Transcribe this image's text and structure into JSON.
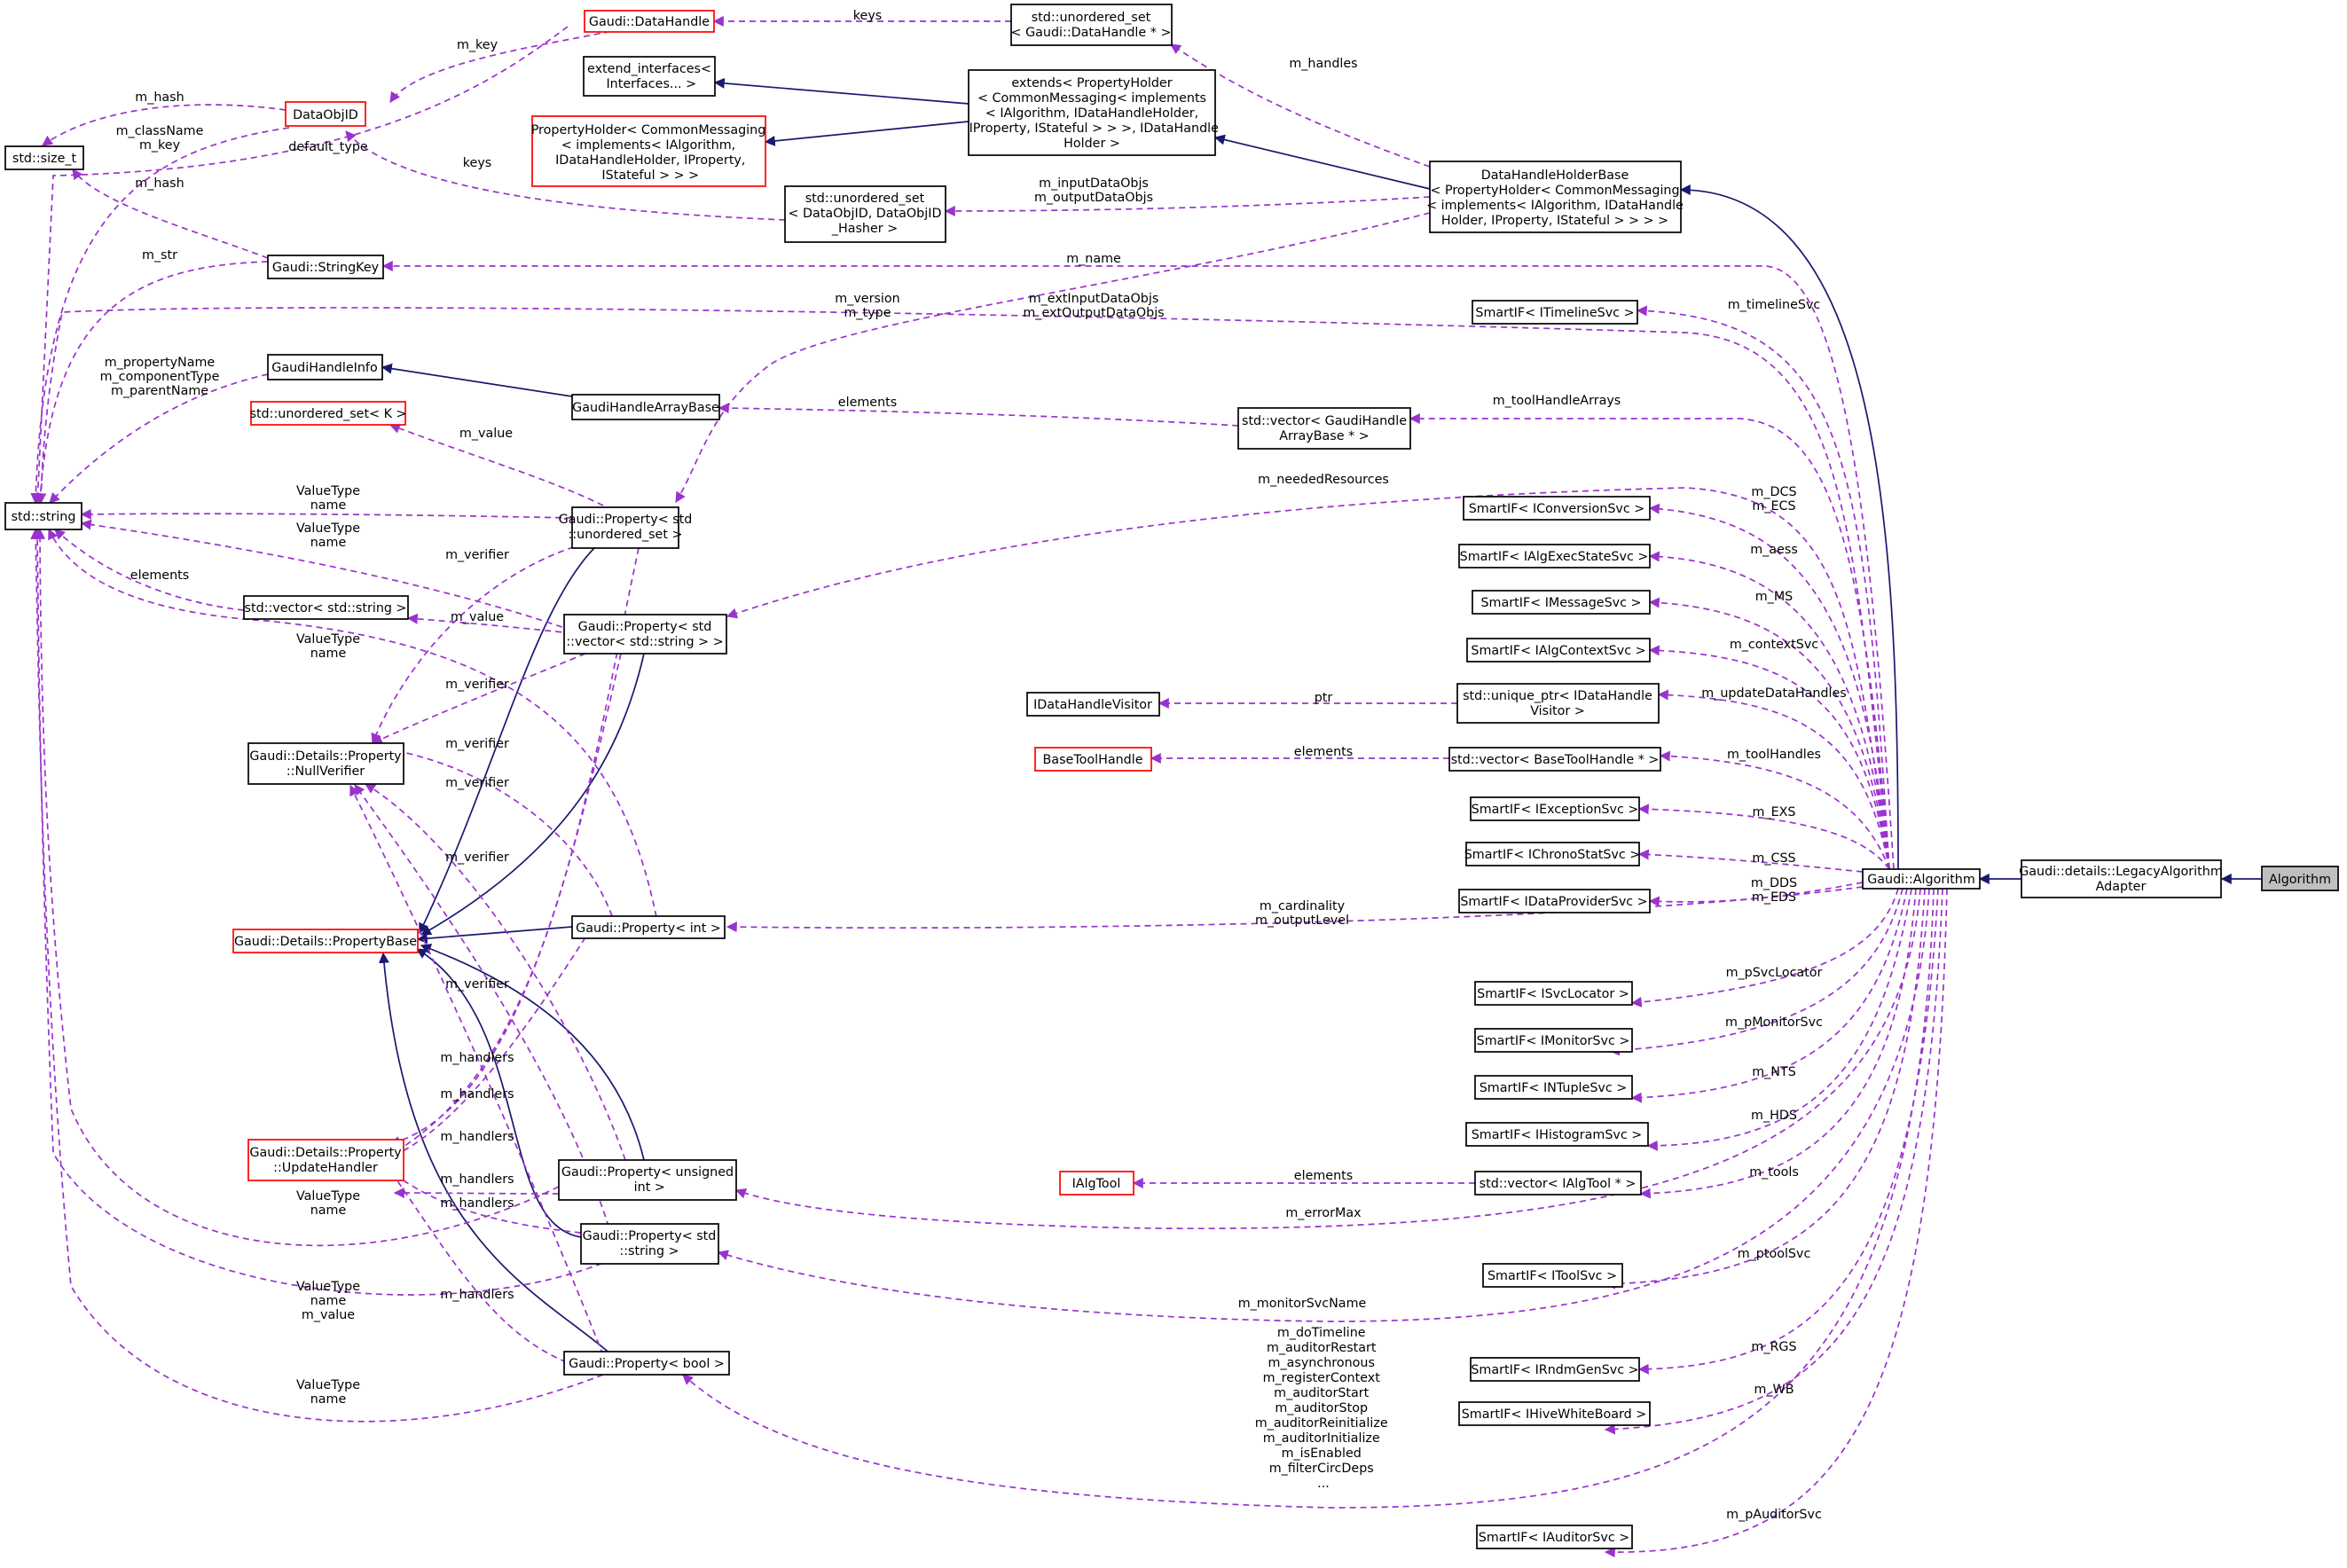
{
  "nodes": {
    "algorithm": "Algorithm",
    "legacy_adapter": [
      "Gaudi::details::LegacyAlgorithm",
      "Adapter"
    ],
    "gaudi_algorithm": "Gaudi::Algorithm",
    "data_handle_holder_base": [
      "DataHandleHolderBase",
      "< PropertyHolder< CommonMessaging",
      "< implements< IAlgorithm, IDataHandle",
      "Holder, IProperty, IStateful > > > >"
    ],
    "extends_property_holder": [
      "extends< PropertyHolder",
      "< CommonMessaging< implements",
      "< IAlgorithm, IDataHandleHolder,",
      " IProperty, IStateful > > >, IDataHandle",
      "Holder >"
    ],
    "extend_interfaces": [
      "extend_interfaces<",
      " Interfaces... >"
    ],
    "property_holder": [
      "PropertyHolder< CommonMessaging",
      "< implements< IAlgorithm,",
      " IDataHandleHolder, IProperty,",
      " IStateful > > >"
    ],
    "data_handle": "Gaudi::DataHandle",
    "uset_data_handle": [
      "std::unordered_set",
      "< Gaudi::DataHandle * >"
    ],
    "data_obj_id": "DataObjID",
    "size_t": "std::size_t",
    "uset_data_obj_id": [
      "std::unordered_set",
      "< DataObjID, DataObjID",
      "_Hasher >"
    ],
    "string_key": "Gaudi::StringKey",
    "std_string": "std::string",
    "handle_info": "GaudiHandleInfo",
    "handle_array_base": "GaudiHandleArrayBase",
    "vector_handle_array": [
      "std::vector< GaudiHandle",
      "ArrayBase * >"
    ],
    "uset_k": "std::unordered_set< K >",
    "prop_uset": [
      "Gaudi::Property< std",
      "::unordered_set >"
    ],
    "vector_string": "std::vector< std::string >",
    "prop_vector_string": [
      "Gaudi::Property< std",
      "::vector< std::string > >"
    ],
    "null_verifier": [
      "Gaudi::Details::Property",
      "::NullVerifier"
    ],
    "property_base": "Gaudi::Details::PropertyBase",
    "prop_int": "Gaudi::Property< int >",
    "update_handler": [
      "Gaudi::Details::Property",
      "::UpdateHandler"
    ],
    "prop_unsigned": [
      "Gaudi::Property< unsigned",
      " int >"
    ],
    "prop_string": [
      "Gaudi::Property< std",
      "::string >"
    ],
    "prop_bool": "Gaudi::Property< bool >",
    "data_handle_visitor": "IDataHandleVisitor",
    "unique_ptr_visitor": [
      "std::unique_ptr< IDataHandle",
      "Visitor >"
    ],
    "base_tool_handle": "BaseToolHandle",
    "vector_base_tool_handle": "std::vector< BaseToolHandle * >",
    "ialg_tool": "IAlgTool",
    "vector_ialg_tool": "std::vector< IAlgTool * >",
    "sif_timeline": "SmartIF< ITimelineSvc >",
    "sif_conversion": "SmartIF< IConversionSvc >",
    "sif_exec_state": "SmartIF< IAlgExecStateSvc >",
    "sif_message": "SmartIF< IMessageSvc >",
    "sif_context": "SmartIF< IAlgContextSvc >",
    "sif_exception": "SmartIF< IExceptionSvc >",
    "sif_chrono": "SmartIF< IChronoStatSvc >",
    "sif_data_provider": "SmartIF< IDataProviderSvc >",
    "sif_svc_locator": "SmartIF< ISvcLocator >",
    "sif_monitor": "SmartIF< IMonitorSvc >",
    "sif_ntuple": "SmartIF< INTupleSvc >",
    "sif_histogram": "SmartIF< IHistogramSvc >",
    "sif_tool": "SmartIF< IToolSvc >",
    "sif_rndm": "SmartIF< IRndmGenSvc >",
    "sif_hive": "SmartIF< IHiveWhiteBoard >",
    "sif_auditor": "SmartIF< IAuditorSvc >"
  },
  "edge_labels": {
    "keys_top": "keys",
    "m_key": "m_key",
    "m_hash_1": "m_hash",
    "m_classname": [
      "m_className",
      "m_key"
    ],
    "default_type": "default_type",
    "keys_mid": "keys",
    "m_hash_2": "m_hash",
    "m_str": "m_str",
    "m_handles": "m_handles",
    "in_out_data_objs": [
      "m_inputDataObjs",
      "m_outputDataObjs"
    ],
    "m_name": "m_name",
    "version_type": [
      "m_version",
      "m_type"
    ],
    "ext_in_out": [
      "m_extInputDataObjs",
      "m_extOutputDataObjs"
    ],
    "m_timeline_svc": "m_timelineSvc",
    "property_name": [
      "m_propertyName",
      "m_componentType",
      "m_parentName"
    ],
    "elements_handle_array": "elements",
    "m_tool_handle_arrays": "m_toolHandleArrays",
    "m_value_uset": "m_value",
    "m_needed_resources": "m_neededResources",
    "dcs_ecs": [
      "m_DCS",
      "m_ECS"
    ],
    "vt_name_1": [
      "ValueType",
      "name"
    ],
    "vt_name_2": [
      "ValueType",
      "name"
    ],
    "m_verifier_1": "m_verifier",
    "m_aess": "m_aess",
    "elements_string": "elements",
    "m_value_vec": "m_value",
    "m_ms": "m_MS",
    "vt_name_3": [
      "ValueType",
      "name"
    ],
    "m_context_svc": "m_contextSvc",
    "m_verifier_2": "m_verifier",
    "ptr": "ptr",
    "m_update_data_handles": "m_updateDataHandles",
    "m_verifier_3": "m_verifier",
    "elements_tool": "elements",
    "m_tool_handles": "m_toolHandles",
    "m_verifier_4": "m_verifier",
    "m_exs": "m_EXS",
    "m_css": "m_CSS",
    "m_verifier_5": "m_verifier",
    "dds_eds": [
      "m_DDS",
      "m_EDS"
    ],
    "cardinality": [
      "m_cardinality",
      "m_outputLevel"
    ],
    "m_svc_locator": "m_pSvcLocator",
    "m_verifier_6": "m_verifier",
    "m_monitor_svc": "m_pMonitorSvc",
    "m_handlers_1": "m_handlers",
    "m_nts": "m_NTS",
    "m_handlers_2": "m_handlers",
    "m_hds": "m_HDS",
    "m_handlers_3": "m_handlers",
    "elements_algtool": "elements",
    "m_tools": "m_tools",
    "m_handlers_4": "m_handlers",
    "vt_name_4": [
      "ValueType",
      "name"
    ],
    "m_handlers_5": "m_handlers",
    "m_error_max": "m_errorMax",
    "m_ptool_svc": "m_ptoolSvc",
    "vt_name_value": [
      "ValueType",
      "name",
      "m_value"
    ],
    "m_handlers_6": "m_handlers",
    "m_monitor_svc_name": "m_monitorSvcName",
    "bool_members": [
      "m_doTimeline",
      "m_auditorRestart",
      "m_asynchronous",
      "m_registerContext",
      "m_auditorStart",
      "m_auditorStop",
      "m_auditorReinitialize",
      "m_auditorInitialize",
      "m_isEnabled",
      "m_filterCircDeps",
      "..."
    ],
    "m_rgs": "m_RGS",
    "vt_name_5": [
      "ValueType",
      "name"
    ],
    "m_wb": "m_WB",
    "m_pauditor_svc": "m_pAuditorSvc"
  },
  "colors": {
    "inheritance": "#191970",
    "usage": "#9a32cd",
    "undocumented_border": "#ff0000",
    "highlight_fill": "#bfbfbf"
  }
}
